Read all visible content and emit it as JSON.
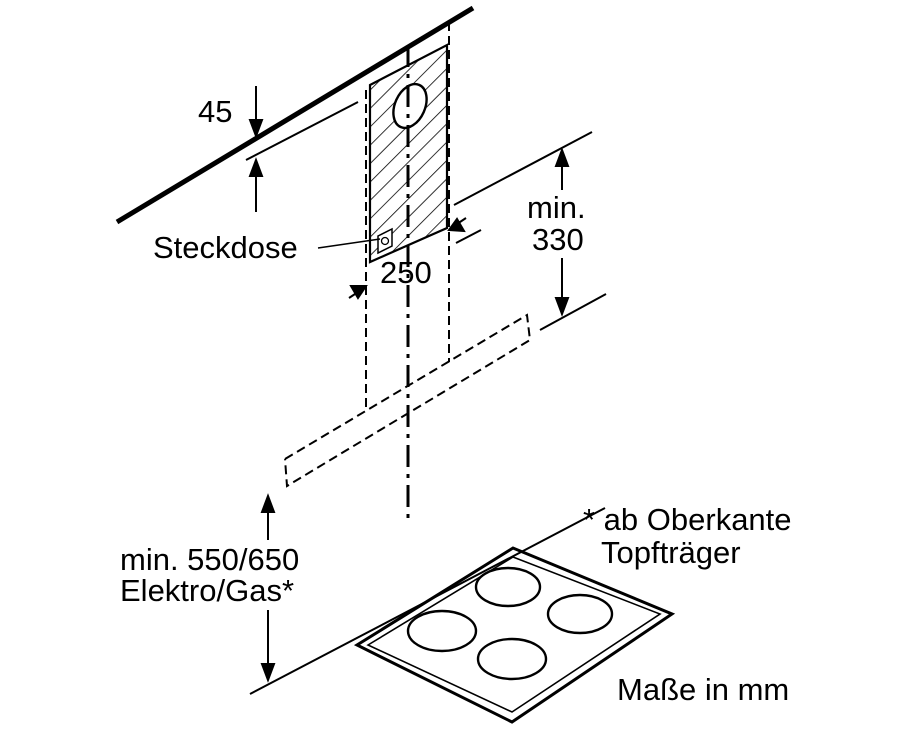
{
  "labels": {
    "dim_45": "45",
    "socket": "Steckdose",
    "dim_250": "250",
    "min_330_line1": "min.",
    "min_330_line2": "330",
    "height_line1": "min. 550/650",
    "height_line2": "Elektro/Gas*",
    "note_line1": "* ab Oberkante",
    "note_line2": "Topfträger",
    "units": "Maße in mm"
  },
  "colors": {
    "ink": "#000000",
    "background": "#ffffff"
  }
}
